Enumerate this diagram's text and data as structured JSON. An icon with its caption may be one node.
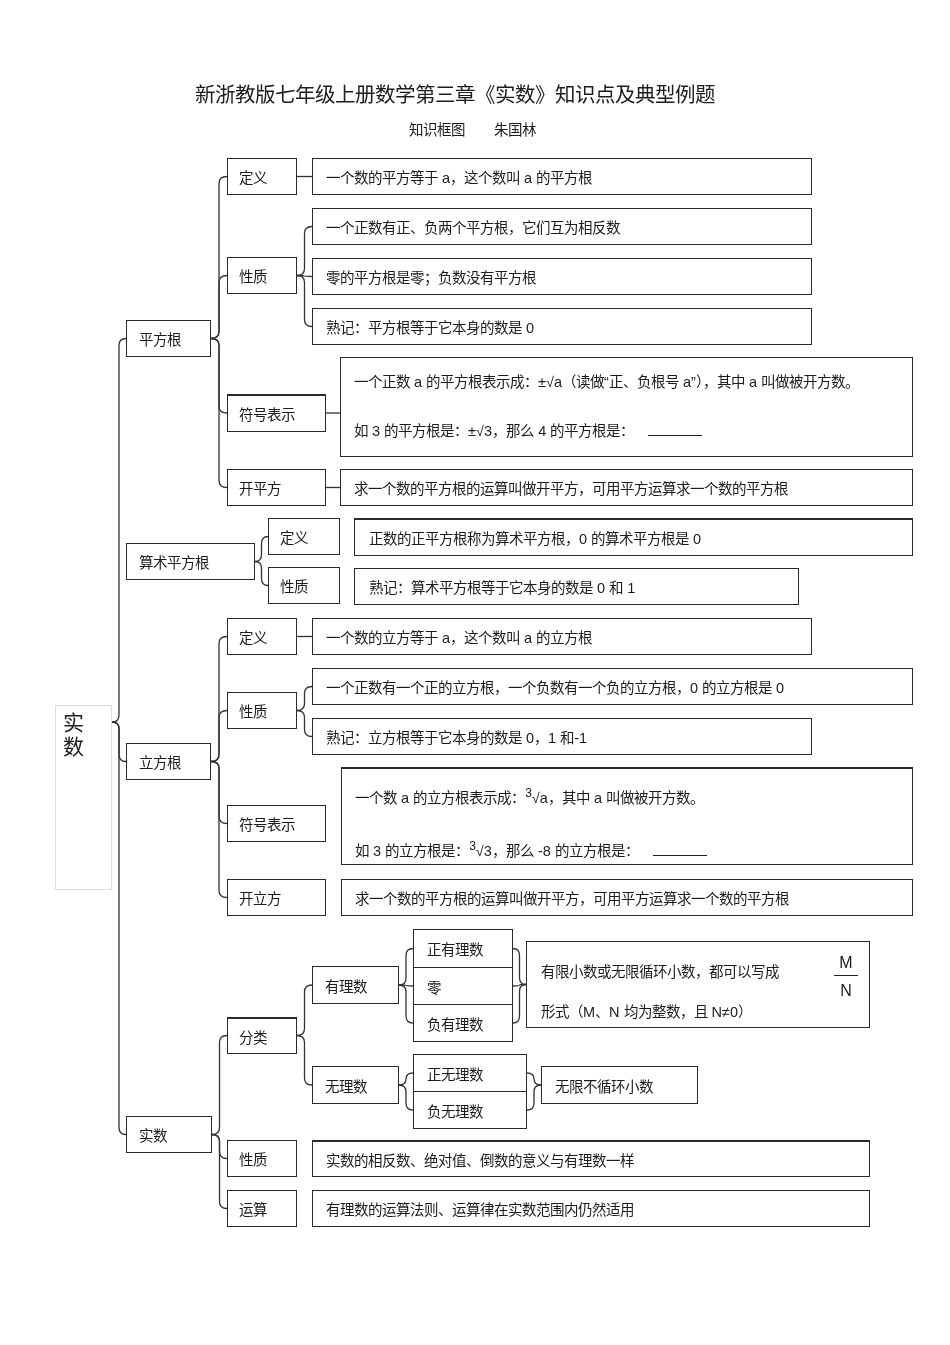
{
  "diagram": {
    "title": "新浙教版七年级上册数学第三章《实数》知识点及典型例题",
    "nodes": [
      {
        "text": [
          "实数"
        ]
      },
      {
        "text": [
          "平方根"
        ]
      },
      {
        "text": [
          "定义"
        ]
      },
      {
        "text": [
          "一个数的平方等于 a，这个数叫 a 的平方根"
        ]
      },
      {
        "text": [
          "性质"
        ]
      },
      {
        "text": [
          "一个正数有正、负两个平方根，它们互为相反数"
        ]
      },
      {
        "text": [
          "零的平方根是零；负数没有平方根"
        ]
      },
      {
        "text": [
          "熟记：平方根等于它本身的数是 0"
        ]
      },
      {
        "text": [
          "符号表示"
        ]
      },
      {
        "text": [
          "一个正数 a 的平方根表示成：±√a（读做“正、负根号 a”），其中 a 叫做被开方数。",
          "如 3 的平方根是：±√3，那么 4 的平方根是："
        ]
      },
      {
        "text": [
          "开平方"
        ]
      },
      {
        "text": [
          "求一个数的平方根的运算叫做开平方，可用平方运算求一个数的平方根"
        ]
      },
      {
        "text": [
          "算术平方根"
        ]
      },
      {
        "text": [
          "定义"
        ]
      },
      {
        "text": [
          "正数的正平方根称为算术平方根，0 的算术平方根是 0"
        ]
      },
      {
        "text": [
          "性质"
        ]
      },
      {
        "text": [
          "熟记：算术平方根等于它本身的数是 0 和 1"
        ]
      },
      {
        "text": [
          "立方根"
        ]
      },
      {
        "text": [
          "定义"
        ]
      },
      {
        "text": [
          "一个数的立方等于 a，这个数叫 a 的立方根"
        ]
      },
      {
        "text": [
          "性质"
        ]
      },
      {
        "text": [
          "一个正数有一个正的立方根，一个负数有一个负的立方根，0 的立方根是 0"
        ]
      },
      {
        "text": [
          "熟记：立方根等于它本身的数是 0，1 和-1"
        ]
      },
      {
        "text": [
          "符号表示"
        ]
      },
      {
        "text": [
          "一个数 a 的立方根表示成：$^{3}$√a，其中 a 叫做被开方数。",
          "如 3 的立方根是：$^{3}$√3，那么 -8 的立方根是："
        ]
      },
      {
        "text": [
          "开立方"
        ]
      },
      {
        "text": [
          "求一个数的平方根的运算叫做开平方，可用平方运算求一个数的平方根"
        ]
      },
      {
        "text": [
          "实数"
        ]
      },
      {
        "text": [
          "分类"
        ]
      },
      {
        "text": [
          "有理数"
        ]
      },
      {
        "text": [
          "正有理数"
        ]
      },
      {
        "text": [
          "零"
        ]
      },
      {
        "text": [
          "负有理数"
        ]
      },
      {
        "text": [
          "有限小数或无限循环小数，都可以写成",
          "M",
          "N",
          "形式（M、N 均为整数，且 N≠0）"
        ]
      },
      {
        "text": [
          "无理数"
        ]
      },
      {
        "text": [
          "正无理数"
        ]
      },
      {
        "text": [
          "负无理数"
        ]
      },
      {
        "text": [
          "无限不循环小数"
        ]
      },
      {
        "text": [
          "性质"
        ]
      },
      {
        "text": [
          "实数的相反数、绝对值、倒数的意义与有理数一样"
        ]
      },
      {
        "text": [
          "运算"
        ]
      },
      {
        "text": [
          "有理数的运算法则、运算律在实数范围内仍然适用"
        ]
      }
    ],
    "edges": [
      {
        "from": 0,
        "to": 1,
        "arrow": "none"
      },
      {
        "from": 0,
        "to": 17,
        "arrow": "none"
      },
      {
        "from": 0,
        "to": 27,
        "arrow": "none"
      },
      {
        "from": 1,
        "to": 2,
        "arrow": "none"
      },
      {
        "from": 1,
        "to": 4,
        "arrow": "none"
      },
      {
        "from": 1,
        "to": 8,
        "arrow": "none"
      },
      {
        "from": 1,
        "to": 10,
        "arrow": "none"
      },
      {
        "from": 2,
        "to": 3,
        "arrow": "none"
      },
      {
        "from": 4,
        "to": 5,
        "arrow": "none"
      },
      {
        "from": 4,
        "to": 6,
        "arrow": "none"
      },
      {
        "from": 4,
        "to": 7,
        "arrow": "none"
      },
      {
        "from": 8,
        "to": 9,
        "arrow": "none"
      },
      {
        "from": 10,
        "to": 11,
        "arrow": "none"
      },
      {
        "from": 12,
        "to": 13,
        "arrow": "none"
      },
      {
        "from": 12,
        "to": 15,
        "arrow": "none"
      },
      {
        "from": 17,
        "to": 18,
        "arrow": "none"
      },
      {
        "from": 17,
        "to": 20,
        "arrow": "none"
      },
      {
        "from": 17,
        "to": 23,
        "arrow": "none"
      },
      {
        "from": 17,
        "to": 25,
        "arrow": "none"
      },
      {
        "from": 18,
        "to": 19,
        "arrow": "none"
      },
      {
        "from": 20,
        "to": 21,
        "arrow": "none"
      },
      {
        "from": 20,
        "to": 22,
        "arrow": "none"
      },
      {
        "from": 27,
        "to": 28,
        "arrow": "none"
      },
      {
        "from": 27,
        "to": 38,
        "arrow": "none"
      },
      {
        "from": 27,
        "to": 40,
        "arrow": "none"
      },
      {
        "from": 28,
        "to": 29,
        "arrow": "none"
      },
      {
        "from": 28,
        "to": 34,
        "arrow": "none"
      },
      {
        "from": 29,
        "to": 30,
        "arrow": "none"
      },
      {
        "from": 29,
        "to": 31,
        "arrow": "none"
      },
      {
        "from": 29,
        "to": 32,
        "arrow": "none"
      },
      {
        "from": 30,
        "to": 33,
        "arrow": "none"
      },
      {
        "from": 31,
        "to": 33,
        "arrow": "none"
      },
      {
        "from": 32,
        "to": 33,
        "arrow": "none"
      },
      {
        "from": 34,
        "to": 35,
        "arrow": "none"
      },
      {
        "from": 34,
        "to": 36,
        "arrow": "none"
      },
      {
        "from": 35,
        "to": 37,
        "arrow": "none"
      },
      {
        "from": 36,
        "to": 37,
        "arrow": "none"
      }
    ],
    "labels": [
      "知识框图",
      "朱国林"
    ]
  }
}
